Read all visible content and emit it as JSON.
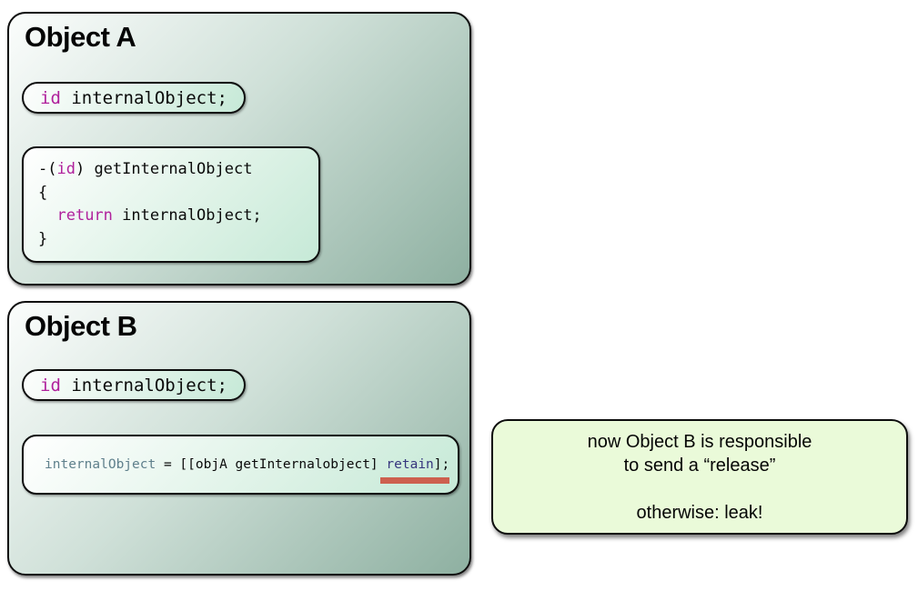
{
  "slide": {
    "object_a": {
      "title": "Object A",
      "ivar": {
        "keyword": "id",
        "rest": " internalObject;"
      },
      "method": {
        "l1_open": "-(",
        "l1_keyword": "id",
        "l1_rest": ") getInternalObject",
        "l2": "{",
        "l3_indent": "  ",
        "l3_keyword": "return",
        "l3_rest": " internalObject;",
        "l4": "}"
      }
    },
    "object_b": {
      "title": "Object B",
      "ivar": {
        "keyword": "id",
        "rest": " internalObject;"
      },
      "assignment": {
        "lhs": "internalObject",
        "op": " = ",
        "mid": "[[objA getInternalobject] ",
        "keyword": "retain",
        "rest": "];"
      }
    },
    "note": {
      "line1": "now Object B is responsible",
      "line2": "to send a “release”",
      "line3": "otherwise: leak!"
    }
  },
  "colors": {
    "keyword_magenta": "#b0219c",
    "lhs_slate": "#5f808c",
    "retain_indigo": "#35357d",
    "underline_red": "#cd604f",
    "panel_light": "#fbfdfc",
    "panel_dark": "#8eb0a1",
    "code_mint": "#c6e9d7",
    "note_bg": "#eafad9",
    "border_black": "#0d0d0d"
  }
}
